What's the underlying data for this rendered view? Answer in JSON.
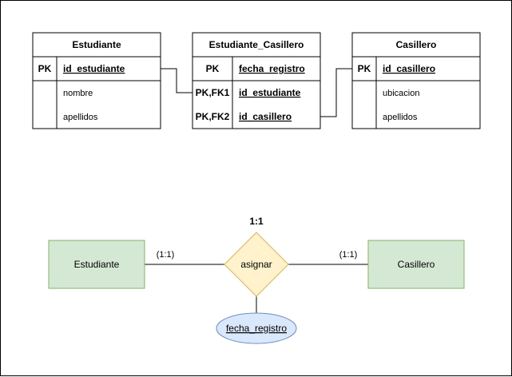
{
  "colors": {
    "line": "#000000",
    "entity_fill": "#d5e8d4",
    "entity_stroke": "#82b366",
    "relationship_fill": "#fff2cc",
    "relationship_stroke": "#d6b656",
    "attribute_fill": "#dae8fc",
    "attribute_stroke": "#6c8ebf"
  },
  "relational": {
    "estudiante": {
      "title": "Estudiante",
      "rows": [
        {
          "key": "PK",
          "field": "id_estudiante"
        },
        {
          "key": "",
          "field": "nombre"
        },
        {
          "key": "",
          "field": "apellidos"
        }
      ]
    },
    "estudiante_casillero": {
      "title": "Estudiante_Casillero",
      "rows": [
        {
          "key": "PK",
          "field": "fecha_registro"
        },
        {
          "key": "PK,FK1",
          "field": "id_estudiante"
        },
        {
          "key": "PK,FK2",
          "field": "id_casillero"
        }
      ]
    },
    "casillero": {
      "title": "Casillero",
      "rows": [
        {
          "key": "PK",
          "field": "id_casillero"
        },
        {
          "key": "",
          "field": "ubicacion"
        },
        {
          "key": "",
          "field": "apellidos"
        }
      ]
    }
  },
  "er": {
    "entity_left": "Estudiante",
    "entity_right": "Casillero",
    "relationship": "asignar",
    "ratio": "1:1",
    "cardinality_left": "(1:1)",
    "cardinality_right": "(1:1)",
    "attribute": "fecha_registro"
  }
}
